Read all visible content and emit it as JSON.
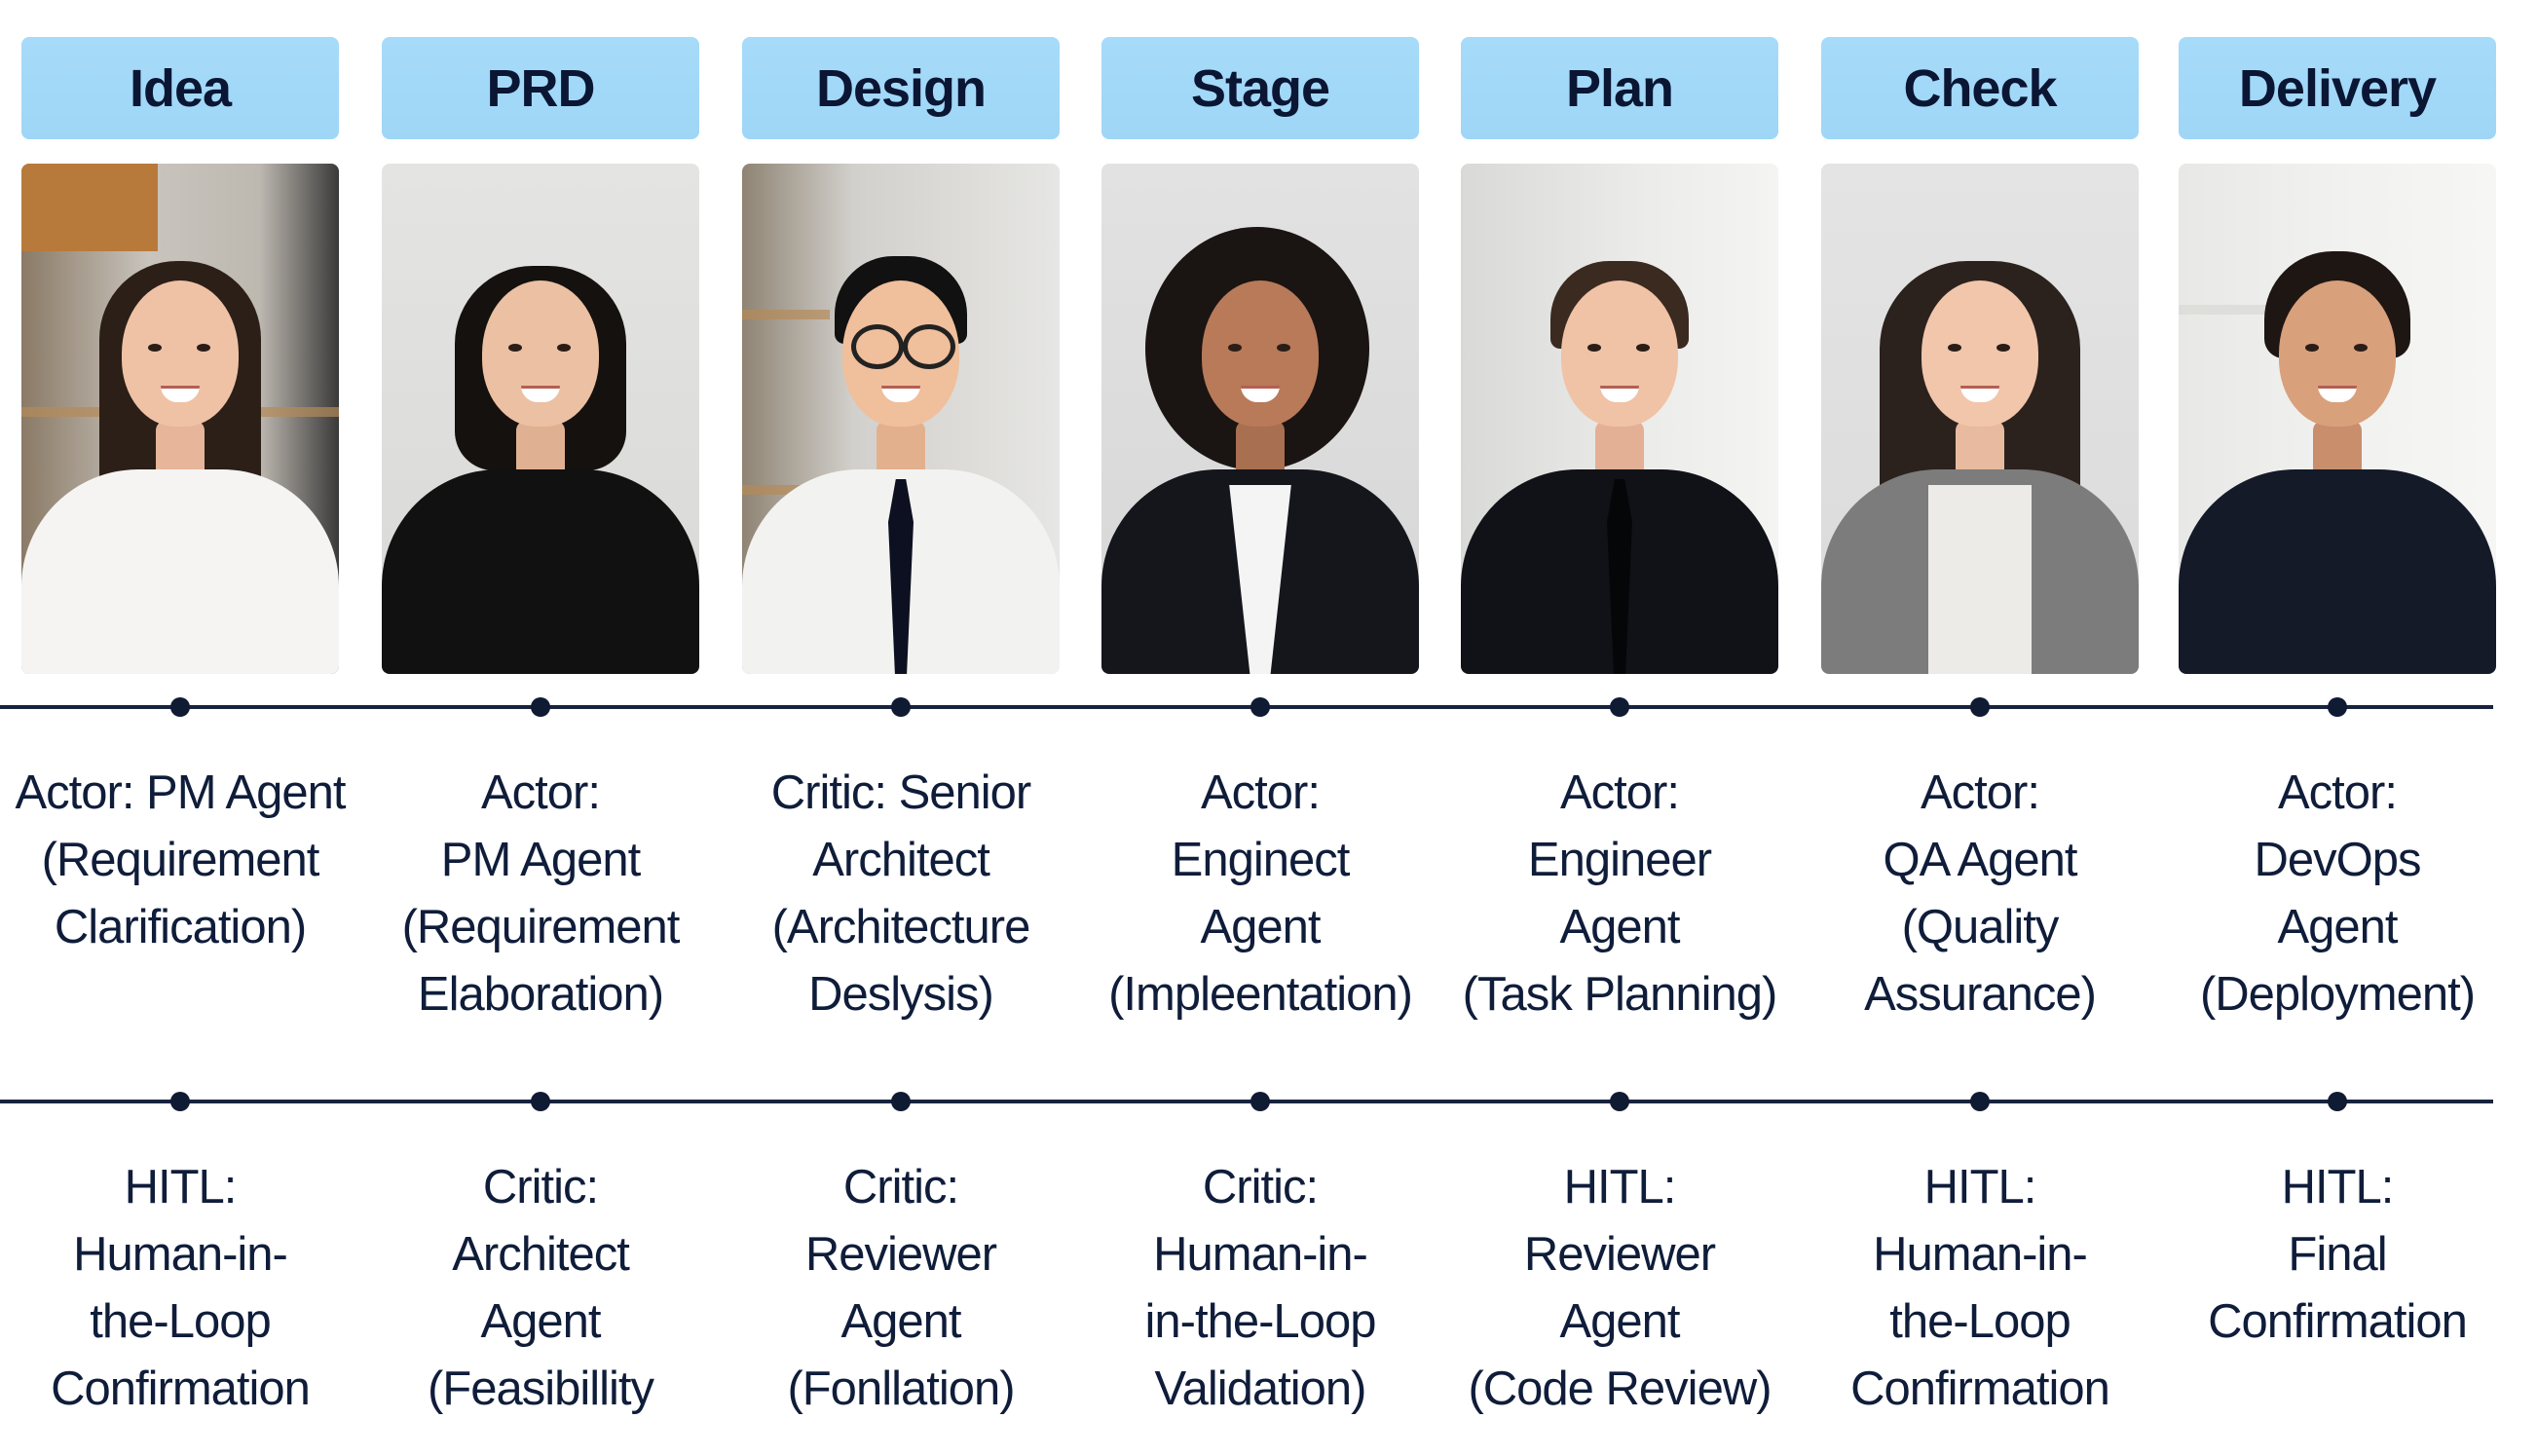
{
  "diagram": {
    "title": "",
    "colors": {
      "header_bg": "#a3d9f7",
      "header_text": "#0a1633",
      "timeline": "#17233f",
      "text": "#0f1d3a"
    },
    "stages": [
      {
        "label": "Idea",
        "photo": "portrait-woman-white-shirt-arms-crossed",
        "primary_lines": [
          "Actor: PM Agent",
          "(Requirement",
          "Clarification)"
        ],
        "secondary_lines": [
          "HITL:",
          "Human-in-",
          "the-Loop",
          "Confirmation"
        ]
      },
      {
        "label": "PRD",
        "photo": "portrait-woman-black-blouse",
        "primary_lines": [
          "Actor:",
          "PM Agent",
          "(Requirement",
          "Elaboration)"
        ],
        "secondary_lines": [
          "Critic:",
          "Architect",
          "Agent",
          "(Feasibillity"
        ]
      },
      {
        "label": "Design",
        "photo": "portrait-man-glasses-white-shirt-tie",
        "primary_lines": [
          "Critic: Senior",
          "Architect",
          "(Architecture",
          "Deslysis)"
        ],
        "secondary_lines": [
          "Critic:",
          "Reviewer",
          "Agent",
          "(Fonllation)"
        ]
      },
      {
        "label": "Stage",
        "photo": "portrait-woman-curly-hair-blazer",
        "primary_lines": [
          "Actor:",
          "Enginect",
          "Agent",
          "(Impleentation)"
        ],
        "secondary_lines": [
          "Critic:",
          "Human-in-",
          "in-the-Loop",
          "Validation)"
        ]
      },
      {
        "label": "Plan",
        "photo": "portrait-man-black-shirt-tie",
        "primary_lines": [
          "Actor:",
          "Engineer",
          "Agent",
          "(Task Planning)"
        ],
        "secondary_lines": [
          "HITL:",
          "Reviewer",
          "Agent",
          "(Code Review)"
        ]
      },
      {
        "label": "Check",
        "photo": "portrait-woman-grey-blazer",
        "primary_lines": [
          "Actor:",
          "QA Agent",
          "(Quality",
          "Assurance)"
        ],
        "secondary_lines": [
          "HITL:",
          "Human-in-",
          "the-Loop",
          "Confirmation"
        ]
      },
      {
        "label": "Delivery",
        "photo": "portrait-man-navy-shirt-arms-crossed",
        "primary_lines": [
          "Actor:",
          "DevOps",
          "Agent",
          "(Deployment)"
        ],
        "secondary_lines": [
          "HITL:",
          "Final",
          "Confirmation"
        ]
      }
    ]
  }
}
